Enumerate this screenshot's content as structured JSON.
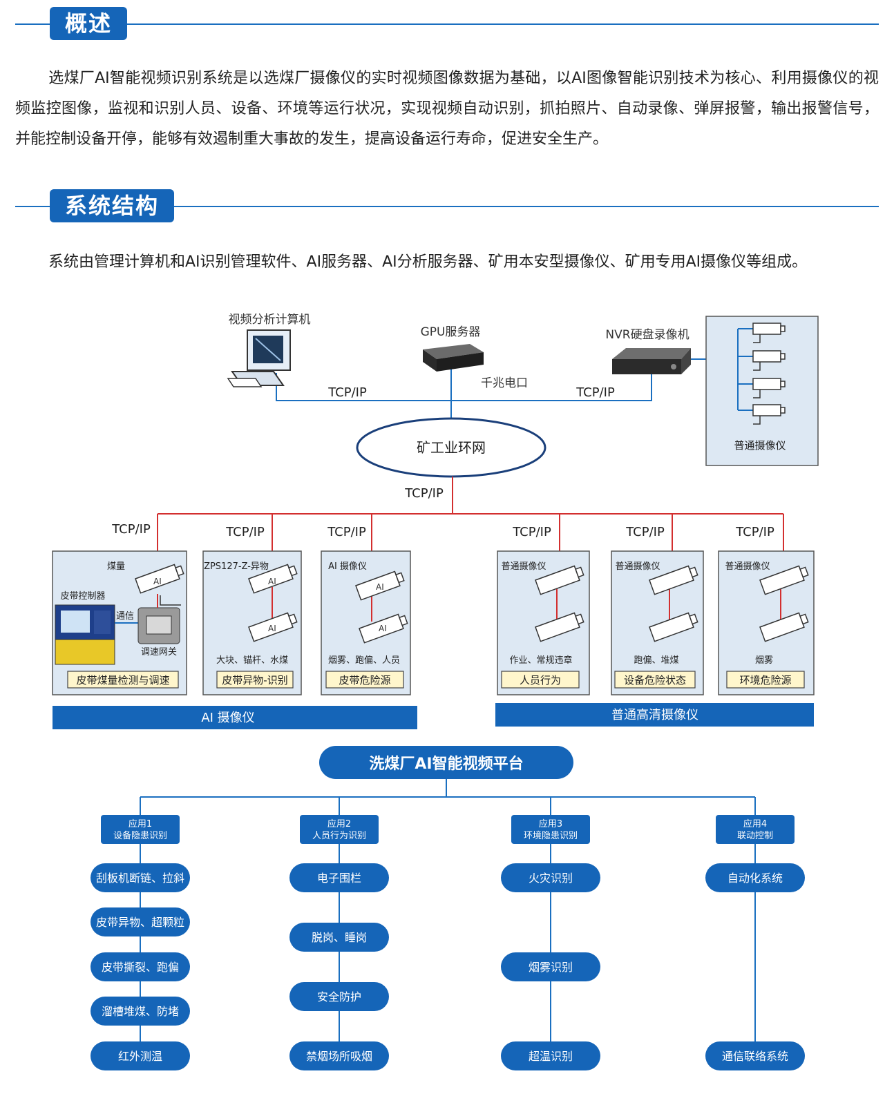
{
  "sections": {
    "overview": {
      "title": "概述",
      "paragraph": "选煤厂AI智能视频识别系统是以选煤厂摄像仪的实时视频图像数据为基础，以AI图像智能识别技术为核心、利用摄像仪的视频监控图像，监视和识别人员、设备、环境等运行状况，实现视频自动识别，抓拍照片、自动录像、弹屏报警，输出报警信号，并能控制设备开停，能够有效遏制重大事故的发生，提高设备运行寿命，促进安全生产。"
    },
    "structure": {
      "title": "系统结构",
      "paragraph": "系统由管理计算机和AI识别管理软件、AI服务器、AI分析服务器、矿用本安型摄像仪、矿用专用AI摄像仪等组成。"
    }
  },
  "network": {
    "computer_label": "视频分析计算机",
    "gpu_label": "GPU服务器",
    "gigabit_label": "千兆电口",
    "nvr_label": "NVR硬盘录像机",
    "tcpip": "TCP/IP",
    "ring_label": "矿工业环网",
    "ordinary_camera_group": "普通摄像仪",
    "ai_badge": "AI"
  },
  "camera_groups": [
    {
      "top": "煤量",
      "side_label": "皮带控制器",
      "comm": "通信",
      "gateway": "调速网关",
      "bottom": "",
      "caption": "皮带煤量检测与调速"
    },
    {
      "top": "ZPS127-Z-异物",
      "bottom": "大块、锚杆、水煤",
      "caption": "皮带异物-识别"
    },
    {
      "top": "AI 摄像仪",
      "bottom": "烟雾、跑偏、人员",
      "caption": "皮带危险源"
    },
    {
      "top": "普通摄像仪",
      "bottom": "作业、常规违章",
      "caption": "人员行为"
    },
    {
      "top": "普通摄像仪",
      "bottom": "跑偏、堆煤",
      "caption": "设备危险状态"
    },
    {
      "top": "普通摄像仪",
      "bottom": "烟雾",
      "caption": "环境危险源"
    }
  ],
  "banners": {
    "ai": "AI 摄像仪",
    "hd": "普通高清摄像仪"
  },
  "platform": {
    "title": "洗煤厂AI智能视频平台",
    "apps": [
      {
        "line1": "应用1",
        "line2": "设备隐患识别",
        "items": [
          "刮板机断链、拉斜",
          "皮带异物、超颗粒",
          "皮带撕裂、跑偏",
          "溜槽堆煤、防堵",
          "红外测温"
        ]
      },
      {
        "line1": "应用2",
        "line2": "人员行为识别",
        "items": [
          "电子围栏",
          "脱岗、睡岗",
          "安全防护",
          "禁烟场所吸烟"
        ]
      },
      {
        "line1": "应用3",
        "line2": "环境隐患识别",
        "items": [
          "火灾识别",
          "烟雾识别",
          "超温识别"
        ]
      },
      {
        "line1": "应用4",
        "line2": "联动控制",
        "items": [
          "自动化系统",
          "通信联络系统"
        ]
      }
    ]
  },
  "colors": {
    "brand": "#1565b8",
    "red_line": "#d32f2f",
    "panel_bg": "#dde8f3",
    "caption_bg": "#fff6cc"
  }
}
